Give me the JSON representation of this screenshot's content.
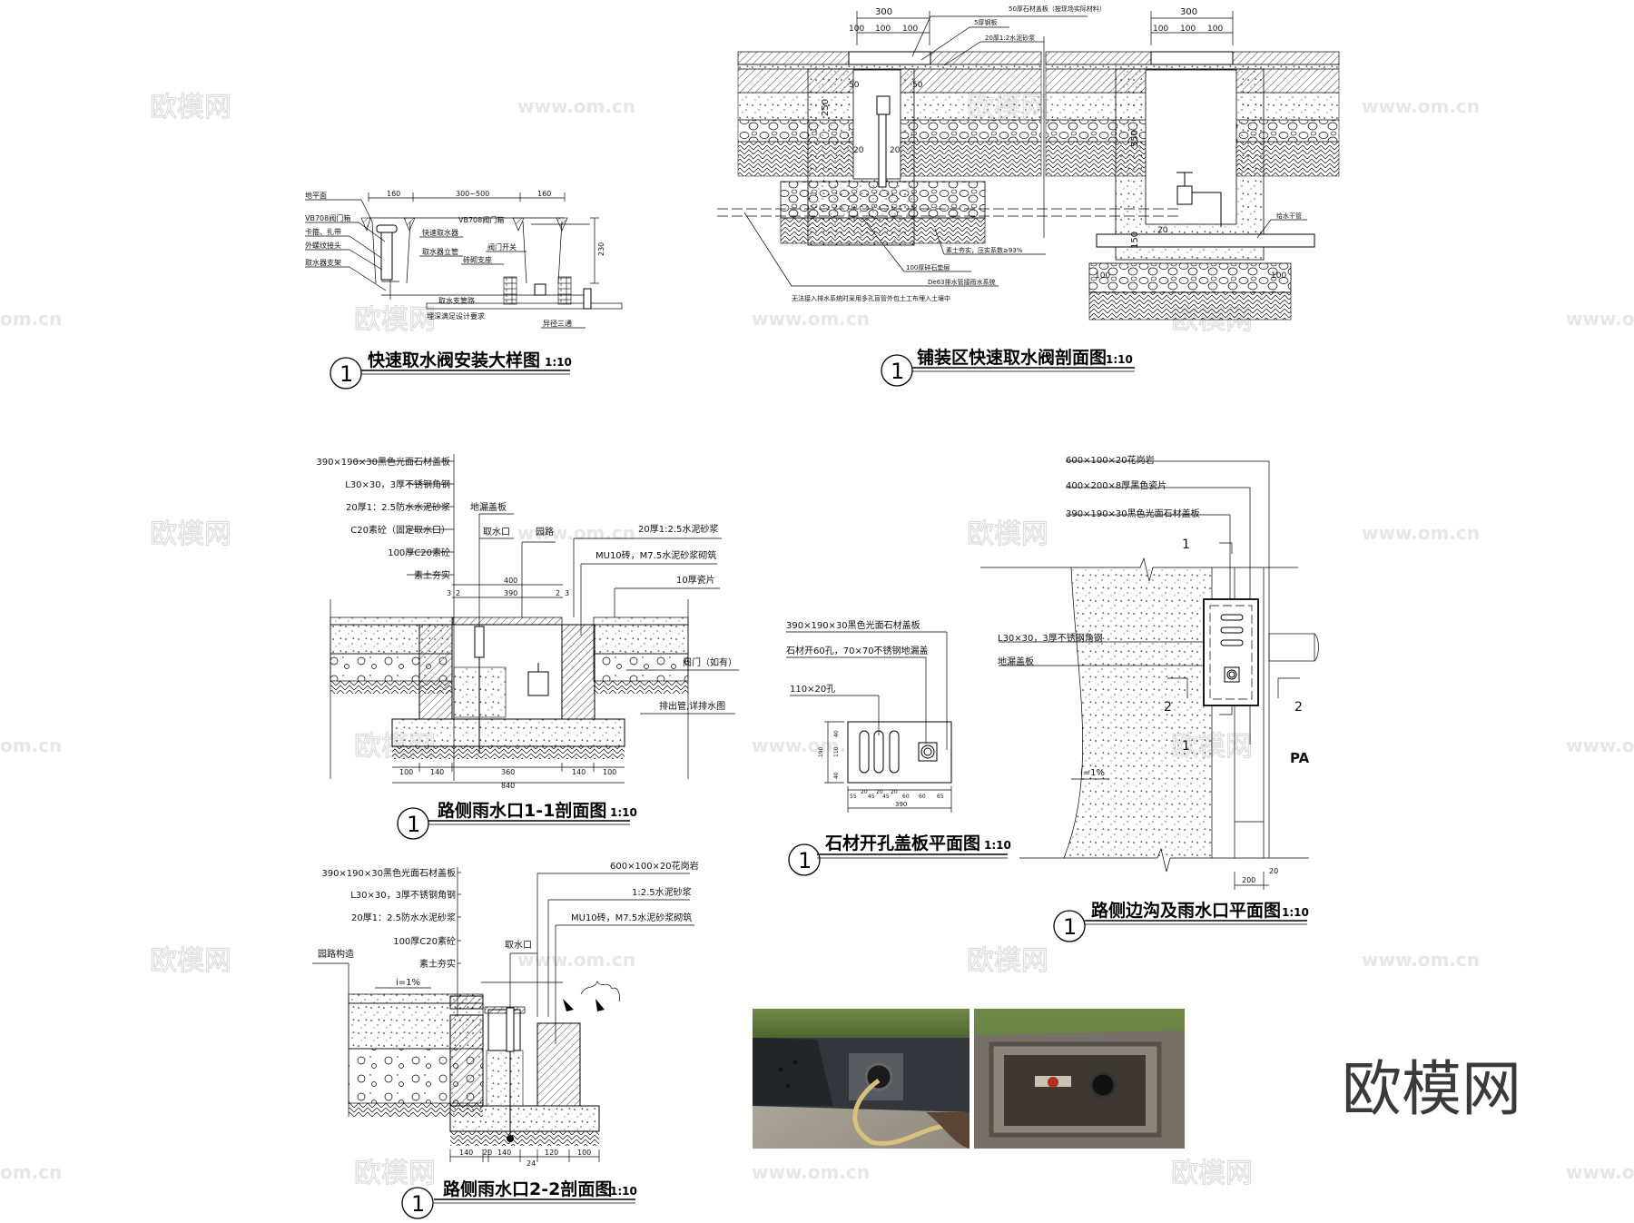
{
  "watermark": {
    "logo": "欧模网",
    "url": "www.om.cn",
    "short": "om.cn"
  },
  "brand_logo": "欧模网",
  "detail_number": "1",
  "scale": "1:10",
  "drawing1": {
    "title": "快速取水阀安装大样图",
    "labels": [
      "地平面",
      "VB708阀门箱",
      "卡箍、扎带",
      "外螺纹接头",
      "取水器支架",
      "快速取水器",
      "取水器立管",
      "砖砌支座",
      "阀门开关",
      "VB708阀门箱",
      "取水支管路",
      "埋深满足设计要求",
      "异径三通"
    ],
    "dims": [
      "160",
      "300~500",
      "160",
      "230"
    ]
  },
  "drawing2": {
    "title": "铺装区快速取水阀剖面图",
    "labels": [
      "50厚石材盖板（按现场实际材料）",
      "5厚钢板",
      "20厚1:2水泥砂浆",
      "素土夯实，压实系数≥93%",
      "100厚碎石垫层",
      "De63排水管接雨水系统",
      "无法接入排水系统时采用多孔盲管外包土工布埋入土壤中",
      "给水干管"
    ],
    "dims": [
      "300",
      "100",
      "100",
      "100",
      "300",
      "100",
      "100",
      "100",
      "250",
      "550",
      "150",
      "50",
      "50",
      "20",
      "20",
      "20",
      "100",
      "100"
    ]
  },
  "drawing3": {
    "title": "路侧雨水口1-1剖面图",
    "left_labels": [
      "390×190×30黑色光面石材盖板",
      "L30×30，3厚不锈钢角钢",
      "20厚1：2.5防水水泥砂浆",
      "C20素砼（固定取水口）",
      "100厚C20素砼",
      "素土夯实"
    ],
    "labels": [
      "地漏盖板",
      "取水口",
      "园路",
      "20厚1:2.5水泥砂浆",
      "MU10砖，M7.5水泥砂浆砌筑",
      "10厚瓷片",
      "阀门（如有）",
      "排出管,详排水图"
    ],
    "dims_top": [
      "400",
      "390",
      "3",
      "2",
      "2",
      "3"
    ],
    "dims_bottom": [
      "100",
      "140",
      "360",
      "140",
      "100",
      "840"
    ]
  },
  "drawing4": {
    "title": "石材开孔盖板平面图",
    "labels": [
      "390×190×30黑色光面石材盖板",
      "石材开60孔，70×70不锈钢地漏盖",
      "110×20孔"
    ],
    "dims_bottom": [
      "55",
      "20",
      "45",
      "20",
      "45",
      "20",
      "60",
      "60",
      "65",
      "390"
    ],
    "dims_side": [
      "40",
      "110",
      "40",
      "190"
    ]
  },
  "drawing5": {
    "title": "路侧边沟及雨水口平面图",
    "labels": [
      "600×100×20花岗岩",
      "400×200×8厚黑色瓷片",
      "390×190×30黑色光面石材盖板",
      "L30×30，3厚不锈钢角钢",
      "地漏盖板"
    ],
    "section_marks": [
      "1",
      "1",
      "2",
      "2"
    ],
    "slope": "i=1%",
    "area_tag": "PA",
    "dims": [
      "200",
      "20"
    ]
  },
  "drawing6": {
    "title": "路侧雨水口2-2剖面图",
    "left_labels": [
      "390×190×30黑色光面石材盖板",
      "L30×30，3厚不锈钢角钢",
      "20厚1：2.5防水水泥砂浆",
      "100厚C20素砼",
      "素土夯实"
    ],
    "labels": [
      "园路构造",
      "取水口",
      "600×100×20花岗岩",
      "1:2.5水泥砂浆",
      "MU10砖，M7.5水泥砂浆砌筑"
    ],
    "slope": "i=1%",
    "dims_bottom": [
      "140",
      "20",
      "140",
      "120",
      "100",
      "24"
    ]
  },
  "colors": {
    "line": "#000000",
    "grass": "#5f7a3a",
    "stone": "#2b2d2e",
    "hose": "#d8c27a",
    "watermark": "#dcdcdc"
  }
}
